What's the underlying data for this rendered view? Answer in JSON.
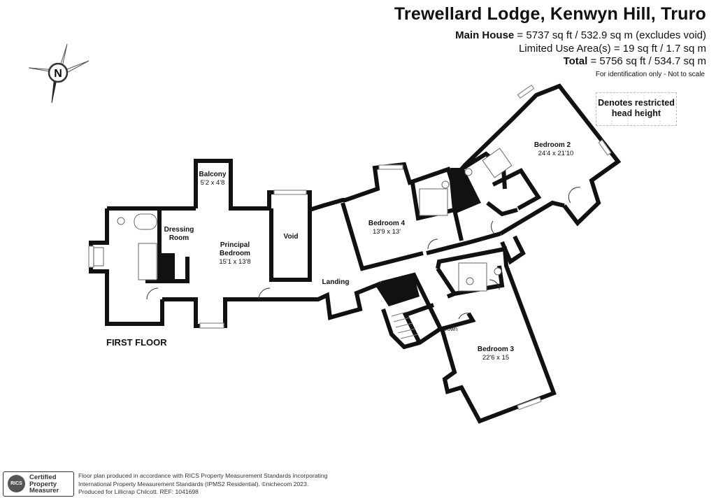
{
  "header": {
    "title": "Trewellard Lodge, Kenwyn Hill, Truro",
    "main_house_label": "Main House",
    "main_house_value": " = 5737 sq ft / 532.9 sq m (excludes void)",
    "limited_use": "Limited Use Area(s) = 19 sq ft / 1.7 sq m",
    "total_label": "Total",
    "total_value": " = 5756 sq ft / 534.7 sq m",
    "disclaimer": "For identification only - Not to scale"
  },
  "compass": {
    "letter": "N",
    "icon": "compass-rose-icon"
  },
  "legend": {
    "line1": "Denotes restricted",
    "line2": "head height"
  },
  "floor_label": "FIRST FLOOR",
  "rooms": {
    "balcony": {
      "name": "Balcony",
      "dims": "5'2 x 4'8"
    },
    "dressing": {
      "name": "Dressing",
      "name2": "Room"
    },
    "principal": {
      "name": "Principal",
      "name2": "Bedroom",
      "dims": "15'1 x 13'8"
    },
    "void": {
      "name": "Void"
    },
    "landing": {
      "name": "Landing"
    },
    "bedroom4": {
      "name": "Bedroom 4",
      "dims": "13'9 x 13'"
    },
    "bedroom2": {
      "name": "Bedroom 2",
      "dims": "24'4 x 21'10"
    },
    "bedroom3": {
      "name": "Bedroom 3",
      "dims": "22'6 x 15"
    },
    "stairs": {
      "name": "Down"
    }
  },
  "footer": {
    "badge_line1": "Certified",
    "badge_line2": "Property",
    "badge_line3": "Measurer",
    "badge_logo": "RICS",
    "line1": "Floor plan produced in accordance with RICS Property Measurement Standards incorporating",
    "line2": "International Property Measurement Standards (IPMS2 Residential).  ©nichecom 2023.",
    "line3": "Produced for Lillicrap Chilcott.   REF: 1041698"
  },
  "colors": {
    "wall": "#111111",
    "background": "#ffffff",
    "fixture": "#666666"
  }
}
